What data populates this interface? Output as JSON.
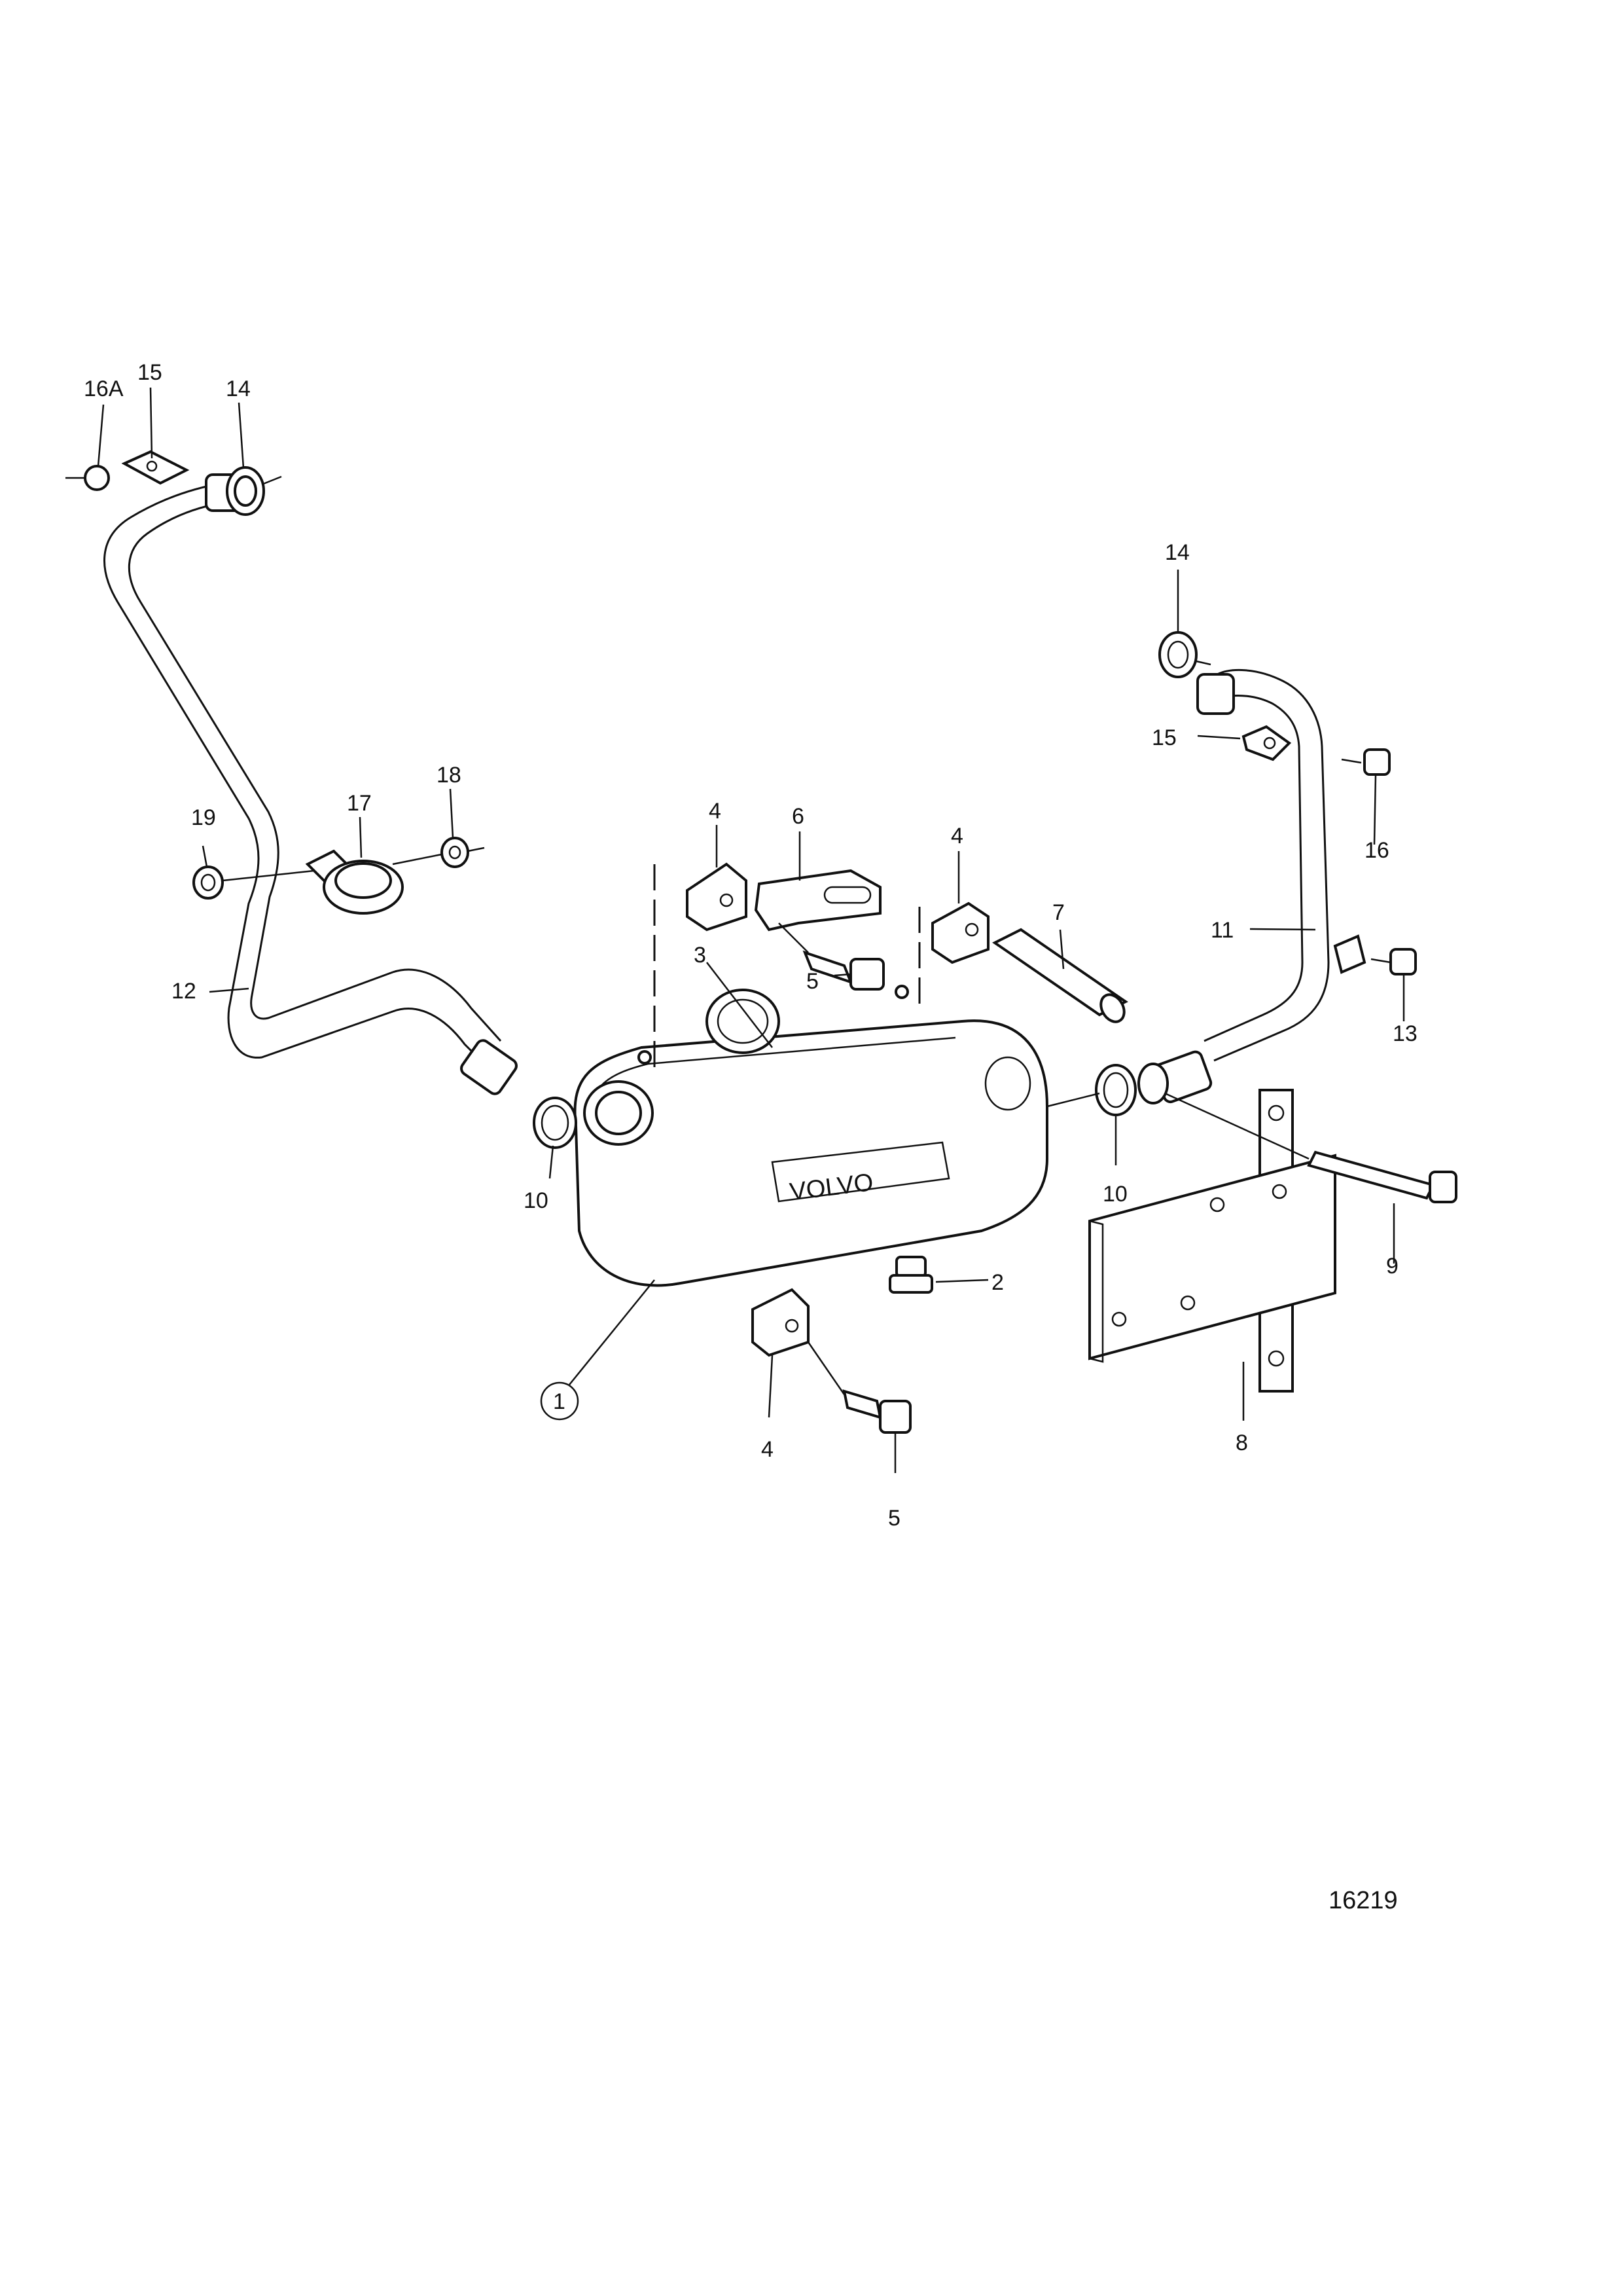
{
  "figure_number": "16219",
  "brand_mark": "VOLVO",
  "labels": {
    "p1": "1",
    "p2": "2",
    "p3": "3",
    "p4a": "4",
    "p4b": "4",
    "p4c": "4",
    "p5a": "5",
    "p5b": "5",
    "p6": "6",
    "p7": "7",
    "p8": "8",
    "p9": "9",
    "p10a": "10",
    "p10b": "10",
    "p11": "11",
    "p12": "12",
    "p13": "13",
    "p14a": "14",
    "p14b": "14",
    "p15a": "15",
    "p15b": "15",
    "p16": "16",
    "p16a": "16A",
    "p17": "17",
    "p18": "18",
    "p19": "19"
  },
  "colors": {
    "ink": "#111111",
    "paper": "#ffffff"
  }
}
